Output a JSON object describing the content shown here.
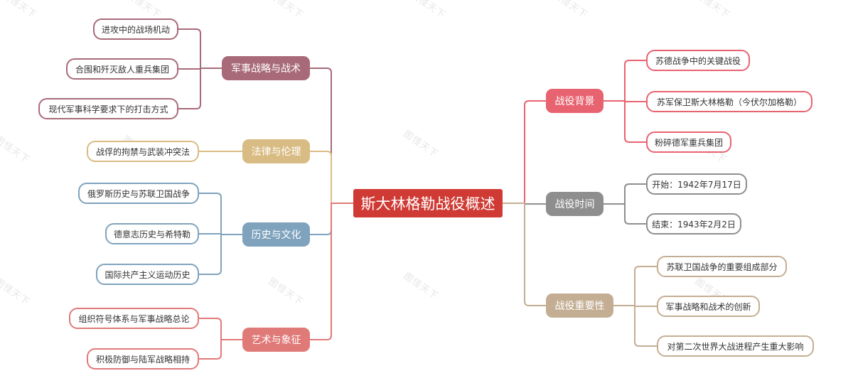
{
  "root": {
    "label": "斯大林格勒战役概述",
    "color": "#cf3a34"
  },
  "left_branches": [
    {
      "label": "军事战略与战术",
      "color": "#a86a79",
      "children": [
        "进攻中的战场机动",
        "合围和歼灭敌人重兵集团",
        "现代军事科学要求下的打击方式"
      ]
    },
    {
      "label": "法律与伦理",
      "color": "#d9bc84",
      "children": [
        "战俘的拘禁与武装冲突法"
      ]
    },
    {
      "label": "历史与文化",
      "color": "#7fa3bd",
      "children": [
        "俄罗斯历史与苏联卫国战争",
        "德意志历史与希特勒",
        "国际共产主义运动历史"
      ]
    },
    {
      "label": "艺术与象征",
      "color": "#e07a78",
      "children": [
        "组织符号体系与军事战略总论",
        "积极防御与陆军战略相持"
      ]
    }
  ],
  "right_branches": [
    {
      "label": "战役背景",
      "color": "#e86370",
      "children": [
        "苏德战争中的关键战役",
        "苏军保卫斯大林格勒（今伏尔加格勒）",
        "粉碎德军重兵集团"
      ]
    },
    {
      "label": "战役时间",
      "color": "#8e8e8e",
      "children": [
        "开始：1942年7月17日",
        "结束：1943年2月2日"
      ]
    },
    {
      "label": "战役重要性",
      "color": "#c4ae93",
      "children": [
        "苏联卫国战争的重要组成部分",
        "军事战略和战术的创新",
        "对第二次世界大战进程产生重大影响"
      ]
    }
  ],
  "watermark": {
    "text": "图怪天下"
  }
}
